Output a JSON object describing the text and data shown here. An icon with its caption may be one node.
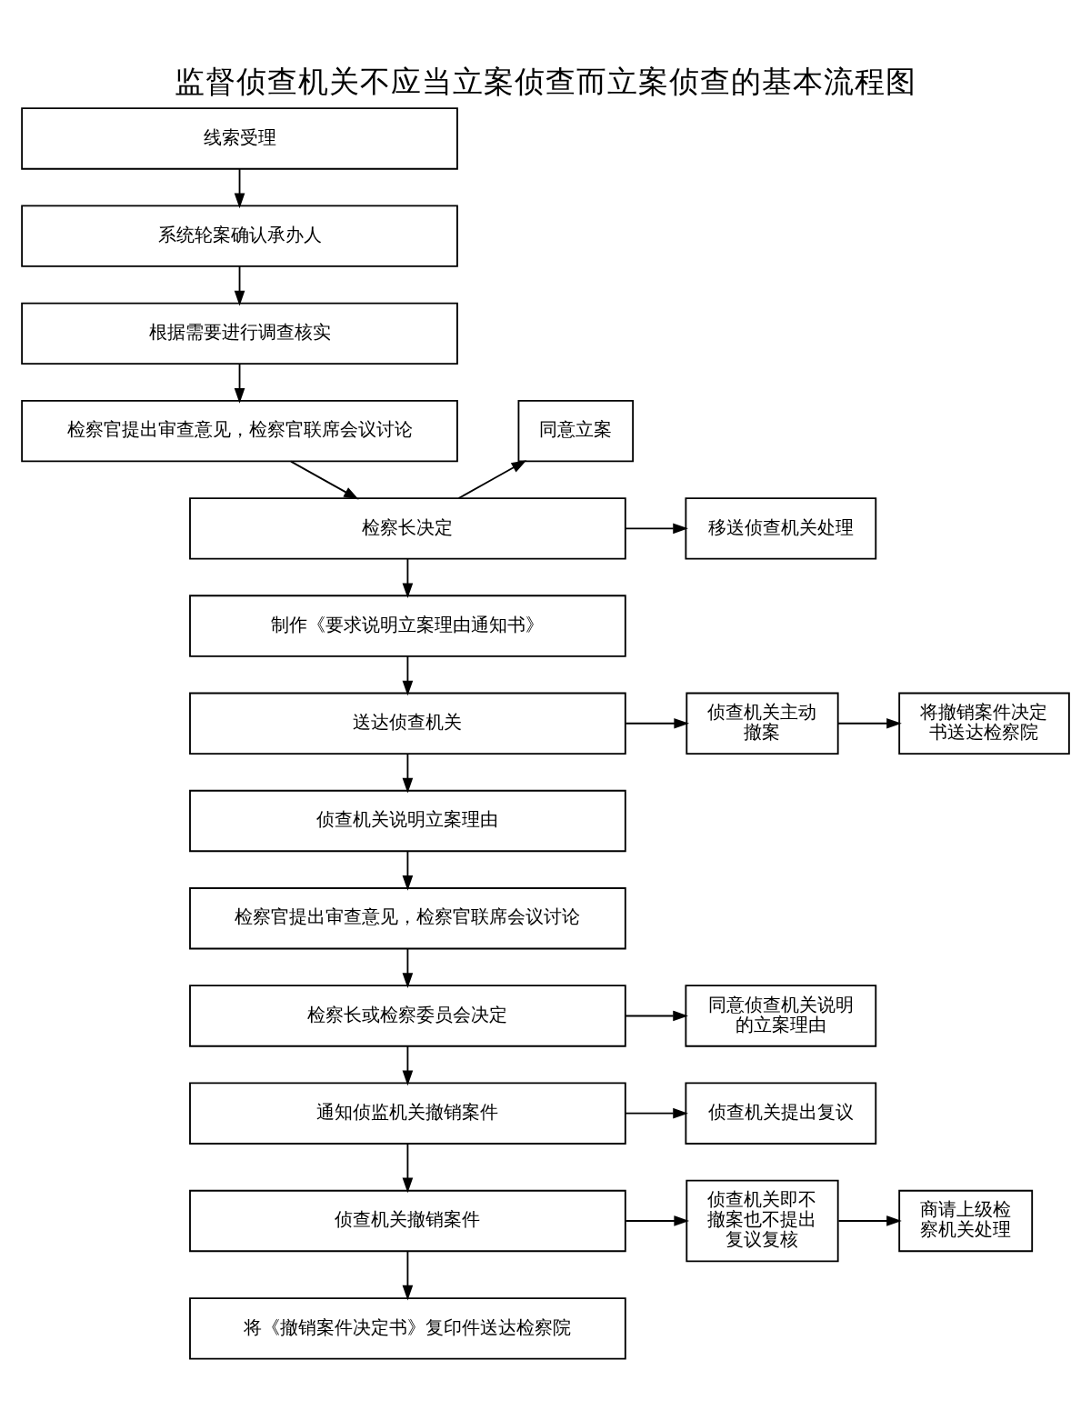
{
  "diagram": {
    "title": "监督侦查机关不应当立案侦查而立案侦查的基本流程图",
    "nodes": [
      {
        "text": [
          "线索受理"
        ]
      },
      {
        "text": [
          "系统轮案确认承办人"
        ]
      },
      {
        "text": [
          "根据需要进行调查核实"
        ]
      },
      {
        "text": [
          "检察官提出审查意见，检察官联席会议讨论"
        ]
      },
      {
        "text": [
          "同意立案"
        ]
      },
      {
        "text": [
          "检察长决定"
        ]
      },
      {
        "text": [
          "移送侦查机关处理"
        ]
      },
      {
        "text": [
          "制作《要求说明立案理由通知书》"
        ]
      },
      {
        "text": [
          "送达侦查机关"
        ]
      },
      {
        "text": [
          "侦查机关主动撤案"
        ]
      },
      {
        "text": [
          "将撤销案件决定书送达检察院"
        ]
      },
      {
        "text": [
          "侦查机关说明立案理由"
        ]
      },
      {
        "text": [
          "检察官提出审查意见，检察官联席会议讨论"
        ]
      },
      {
        "text": [
          "检察长或检察委员会决定"
        ]
      },
      {
        "text": [
          "同意侦查机关说明的立案理由"
        ]
      },
      {
        "text": [
          "通知侦监机关撤销案件"
        ]
      },
      {
        "text": [
          "侦查机关提出复议"
        ]
      },
      {
        "text": [
          "侦查机关撤销案件"
        ]
      },
      {
        "text": [
          "侦查机关即不撤案也不提出复议复核"
        ]
      },
      {
        "text": [
          "商请上级检察机关处理"
        ]
      },
      {
        "text": [
          "将《撤销案件决定书》复印件送达检察院"
        ]
      }
    ],
    "edges": [
      {
        "from": 0,
        "to": 1,
        "arrow": "to"
      },
      {
        "from": 1,
        "to": 2,
        "arrow": "to"
      },
      {
        "from": 2,
        "to": 3,
        "arrow": "to"
      },
      {
        "from": 3,
        "to": 5,
        "arrow": "to"
      },
      {
        "from": 5,
        "to": 4,
        "arrow": "to"
      },
      {
        "from": 5,
        "to": 6,
        "arrow": "to"
      },
      {
        "from": 5,
        "to": 7,
        "arrow": "to"
      },
      {
        "from": 7,
        "to": 8,
        "arrow": "to"
      },
      {
        "from": 8,
        "to": 9,
        "arrow": "to"
      },
      {
        "from": 9,
        "to": 10,
        "arrow": "to"
      },
      {
        "from": 8,
        "to": 11,
        "arrow": "to"
      },
      {
        "from": 11,
        "to": 12,
        "arrow": "to"
      },
      {
        "from": 12,
        "to": 13,
        "arrow": "to"
      },
      {
        "from": 13,
        "to": 14,
        "arrow": "to"
      },
      {
        "from": 13,
        "to": 15,
        "arrow": "to"
      },
      {
        "from": 15,
        "to": 16,
        "arrow": "to"
      },
      {
        "from": 15,
        "to": 17,
        "arrow": "to"
      },
      {
        "from": 17,
        "to": 18,
        "arrow": "to"
      },
      {
        "from": 18,
        "to": 19,
        "arrow": "to"
      },
      {
        "from": 17,
        "to": 20,
        "arrow": "to"
      }
    ]
  }
}
